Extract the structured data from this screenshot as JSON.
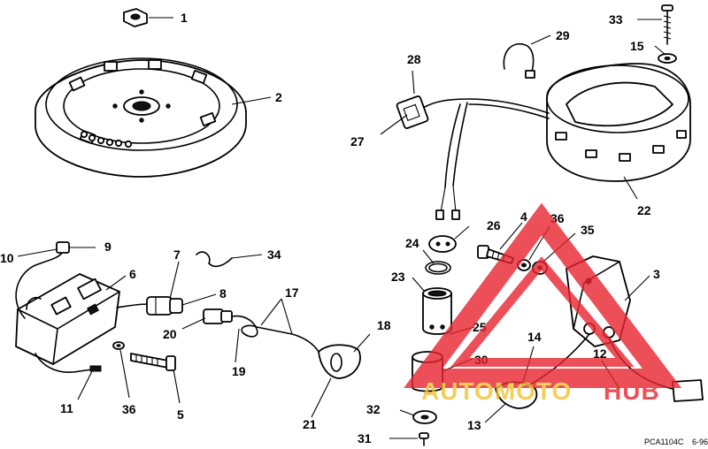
{
  "callouts": [
    "1",
    "2",
    "3",
    "4",
    "5",
    "6",
    "7",
    "8",
    "9",
    "10",
    "11",
    "12",
    "13",
    "14",
    "15",
    "17",
    "18",
    "19",
    "20",
    "21",
    "22",
    "23",
    "24",
    "25",
    "26",
    "27",
    "28",
    "29",
    "30",
    "31",
    "32",
    "33",
    "34",
    "35",
    "36"
  ],
  "footer": {
    "code": "PCA1104C",
    "date": "6-96"
  },
  "watermark": {
    "part1": "AUTOMOTO",
    "part2": "HUB"
  },
  "colors": {
    "watermark_red": "#e8242f",
    "watermark_yellow": "#f2c230",
    "ink": "#000000"
  }
}
